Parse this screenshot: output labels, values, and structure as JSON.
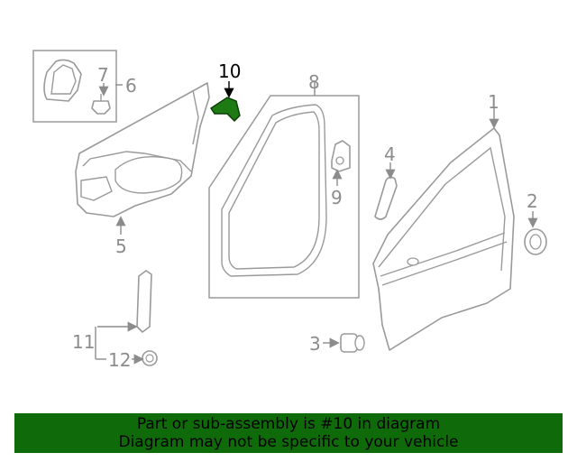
{
  "callouts": {
    "c1": "1",
    "c2": "2",
    "c3": "3",
    "c4": "4",
    "c5": "5",
    "c6": "6",
    "c7": "7",
    "c8": "8",
    "c9": "9",
    "c10": "10",
    "c11": "11",
    "c12": "12"
  },
  "highlight": {
    "part": "10",
    "color": "#1e7a12"
  },
  "banner": {
    "line1": "Part or sub-assembly is #10 in diagram",
    "line2": "Diagram may not be specific to your vehicle",
    "background": "#0f6b0a"
  }
}
